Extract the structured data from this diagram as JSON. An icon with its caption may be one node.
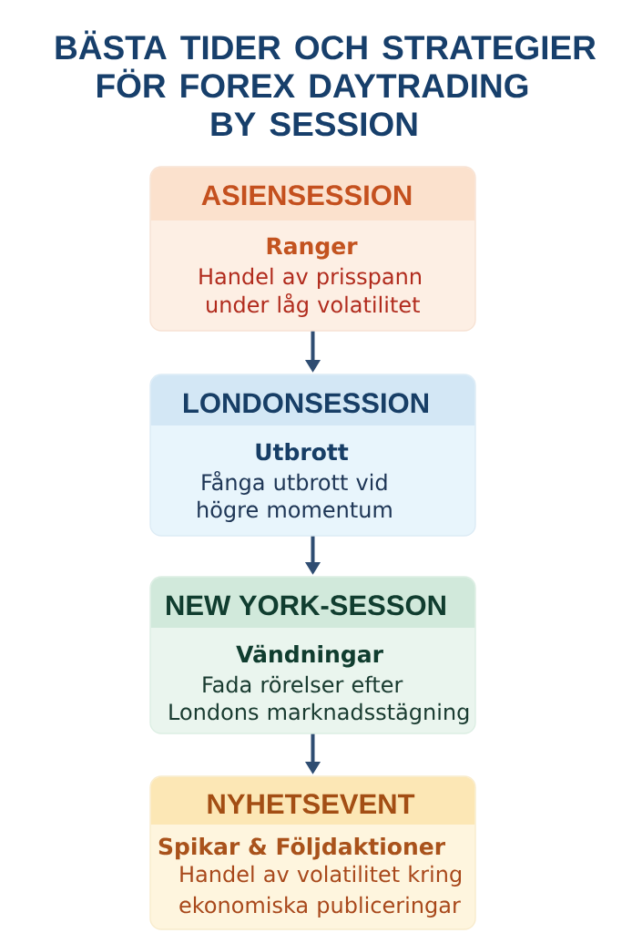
{
  "diagram": {
    "title": "BÄSTA TIDER OCH STRATEGIER FÖR FOREX DAYTRADING BY SESSION",
    "nodes": [
      {
        "text": [
          "ASIENSESSION",
          "Ranger",
          "Handel av prisspann under låg volatilitet"
        ]
      },
      {
        "text": [
          "LONDONSESSION",
          "Utbrott",
          "Fånga utbrott vid högre momentum"
        ]
      },
      {
        "text": [
          "NEW YORK-SESSON",
          "Vändningar",
          "Fada rörelser efter Londons marknadsstägning"
        ]
      },
      {
        "text": [
          "NYHETSEVENT",
          "Spikar & Följdaktioner",
          "Handel av volatilitet kring ekonomiska publiceringar"
        ]
      }
    ],
    "edges": [
      {
        "from": 0,
        "to": 1,
        "arrow": "to"
      },
      {
        "from": 1,
        "to": 2,
        "arrow": "to"
      },
      {
        "from": 2,
        "to": 3,
        "arrow": "to"
      }
    ]
  }
}
